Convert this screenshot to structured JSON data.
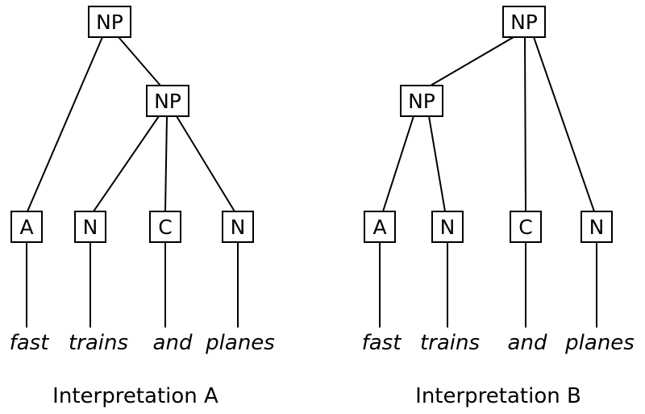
{
  "diagram": {
    "trees": [
      {
        "caption": "Interpretation A",
        "root": "NP",
        "inner": "NP",
        "leaves": [
          {
            "tag": "A",
            "word": "fast"
          },
          {
            "tag": "N",
            "word": "trains"
          },
          {
            "tag": "C",
            "word": "and"
          },
          {
            "tag": "N",
            "word": "planes"
          }
        ]
      },
      {
        "caption": "Interpretation B",
        "root": "NP",
        "inner": "NP",
        "leaves": [
          {
            "tag": "A",
            "word": "fast"
          },
          {
            "tag": "N",
            "word": "trains"
          },
          {
            "tag": "C",
            "word": "and"
          },
          {
            "tag": "N",
            "word": "planes"
          }
        ]
      }
    ]
  }
}
